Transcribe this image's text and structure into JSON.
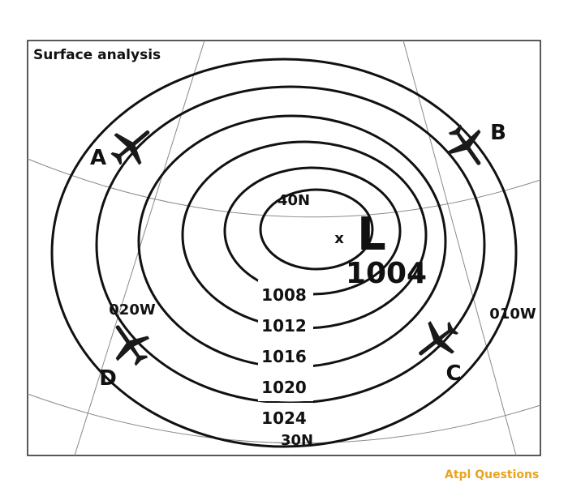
{
  "title": "Surface analysis",
  "pressure_centre": {
    "symbol": "L",
    "marker": "x",
    "value": "1004"
  },
  "isobars": [
    "1008",
    "1012",
    "1016",
    "1020",
    "1024"
  ],
  "latitudes": [
    "40N",
    "30N"
  ],
  "longitudes": [
    "020W",
    "010W"
  ],
  "aircraft": [
    "A",
    "B",
    "C",
    "D"
  ],
  "watermark": "Atpl Questions",
  "colors": {
    "ink": "#111111",
    "grid": "#8a8a8a",
    "watermark": "#e8a31e"
  }
}
